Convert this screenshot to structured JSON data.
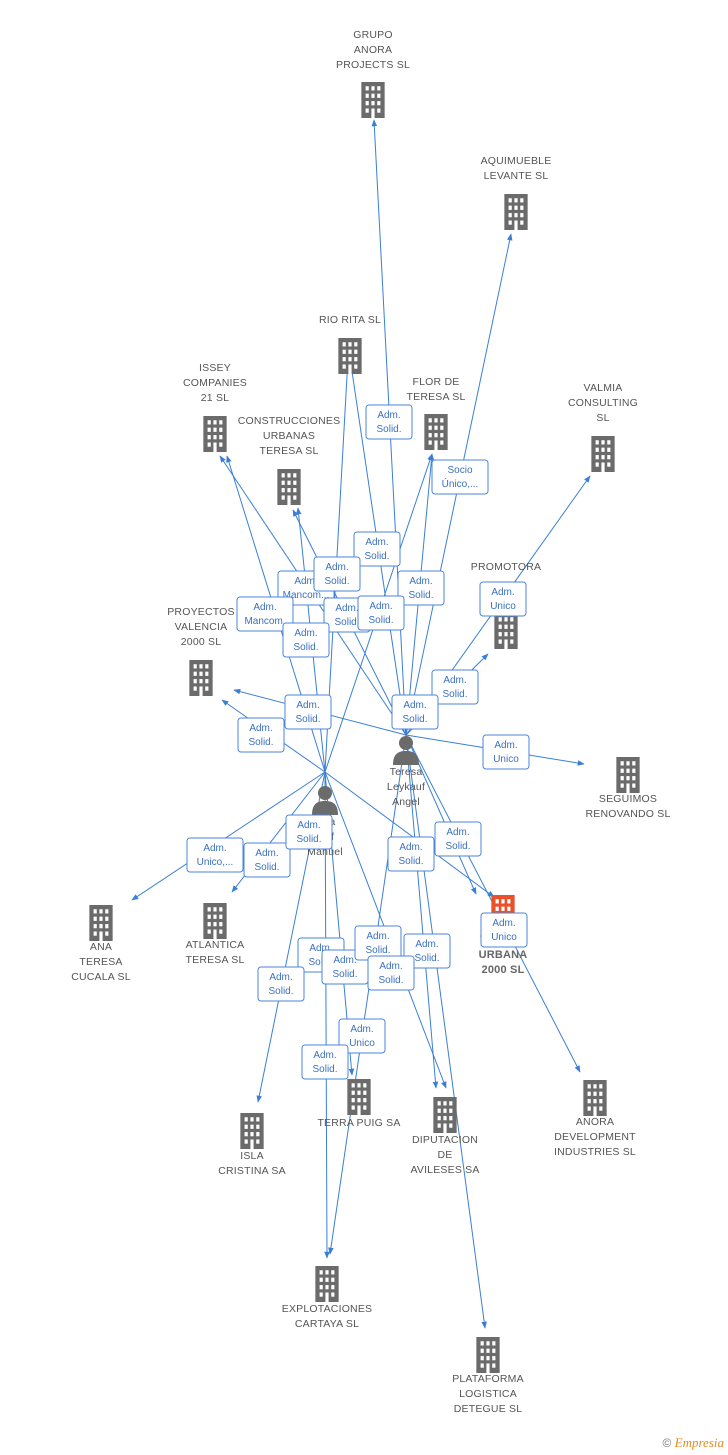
{
  "companies": [
    {
      "id": "grupo",
      "lines": [
        "GRUPO",
        "ANORA",
        "PROJECTS  SL"
      ]
    },
    {
      "id": "aquimueble",
      "lines": [
        "AQUIMUEBLE",
        "LEVANTE SL"
      ]
    },
    {
      "id": "riorita",
      "lines": [
        "RIO RITA SL"
      ]
    },
    {
      "id": "issey",
      "lines": [
        "ISSEY",
        "COMPANIES",
        "21 SL"
      ]
    },
    {
      "id": "flor",
      "lines": [
        "FLOR DE",
        "TERESA SL"
      ]
    },
    {
      "id": "valmia",
      "lines": [
        "VALMIA",
        "CONSULTING",
        "SL"
      ]
    },
    {
      "id": "construcciones",
      "lines": [
        "CONSTRUCCIONES",
        "URBANAS",
        "TERESA SL"
      ]
    },
    {
      "id": "promotora",
      "lines": [
        "PROMOTORA",
        "",
        "PR...N..."
      ]
    },
    {
      "id": "proyectos",
      "lines": [
        "PROYECTOS",
        "VALENCIA",
        "2000 SL"
      ]
    },
    {
      "id": "seguimos",
      "lines": [
        "SEGUIMOS",
        "RENOVANDO SL"
      ]
    },
    {
      "id": "teresaurbana",
      "lines": [
        "TERESA",
        "URBANA",
        "2000 SL"
      ],
      "highlight": true
    },
    {
      "id": "ana",
      "lines": [
        "ANA",
        "TERESA",
        "CUCALA SL"
      ]
    },
    {
      "id": "atlantica",
      "lines": [
        "ATLANTICA",
        "TERESA SL"
      ]
    },
    {
      "id": "anora",
      "lines": [
        "ANORA",
        "DEVELOPMENT",
        "INDUSTRIES  SL"
      ]
    },
    {
      "id": "terrapuig",
      "lines": [
        "TERRA PUIG SA"
      ]
    },
    {
      "id": "diputacion",
      "lines": [
        "DIPUTACION",
        "DE",
        "AVILESES SA"
      ]
    },
    {
      "id": "isla",
      "lines": [
        "ISLA",
        "CRISTINA SA"
      ]
    },
    {
      "id": "explotaciones",
      "lines": [
        "EXPLOTACIONES",
        "CARTAYA SL"
      ]
    },
    {
      "id": "plataforma",
      "lines": [
        "PLATAFORMA",
        "LOGISTICA",
        "DETEGUE  SL"
      ]
    }
  ],
  "persons": [
    {
      "id": "angel",
      "lines": [
        "Teresa",
        "Leykauf",
        "Angel"
      ]
    },
    {
      "id": "manuel",
      "lines": [
        "...sa",
        "...uf",
        "Manuel"
      ]
    }
  ],
  "roles": [
    {
      "lines": [
        "Adm.",
        "Solid."
      ]
    },
    {
      "lines": [
        "Socio",
        "Único,..."
      ]
    },
    {
      "lines": [
        "Adm.",
        "Solid."
      ]
    },
    {
      "lines": [
        "Adm.",
        "Mancom..."
      ]
    },
    {
      "lines": [
        "Adm.",
        "Solid."
      ]
    },
    {
      "lines": [
        "Adm.",
        "Solid."
      ]
    },
    {
      "lines": [
        "Adm.",
        "Unico"
      ]
    },
    {
      "lines": [
        "Adm.",
        "Mancom."
      ]
    },
    {
      "lines": [
        "Adm.",
        "Solid."
      ]
    },
    {
      "lines": [
        "Adm.",
        "Solid."
      ]
    },
    {
      "lines": [
        "Adm.",
        "Solid."
      ]
    },
    {
      "lines": [
        "Adm.",
        "Solid."
      ]
    },
    {
      "lines": [
        "Adm.",
        "Solid."
      ]
    },
    {
      "lines": [
        "Adm.",
        "Solid."
      ]
    },
    {
      "lines": [
        "Adm.",
        "Unico"
      ]
    },
    {
      "lines": [
        "Adm.",
        "Solid."
      ]
    },
    {
      "lines": [
        "Adm.",
        "Unico,..."
      ]
    },
    {
      "lines": [
        "Adm.",
        "Solid."
      ]
    },
    {
      "lines": [
        "Adm.",
        "Solid."
      ]
    },
    {
      "lines": [
        "Adm.",
        "Solid."
      ]
    },
    {
      "lines": [
        "Adm.",
        "Unico"
      ]
    },
    {
      "lines": [
        "Adm.",
        "Solid."
      ]
    },
    {
      "lines": [
        "Adm.",
        "Solid."
      ]
    },
    {
      "lines": [
        "Adm.",
        "Solid."
      ]
    },
    {
      "lines": [
        "Adm.",
        "Solid."
      ]
    },
    {
      "lines": [
        "Adm.",
        "Solid."
      ]
    },
    {
      "lines": [
        "Adm.",
        "Solid."
      ]
    },
    {
      "lines": [
        "Adm.",
        "Solid."
      ]
    },
    {
      "lines": [
        "Adm.",
        "Unico"
      ]
    },
    {
      "lines": [
        "Adm.",
        "Solid."
      ]
    }
  ],
  "colors": {
    "edge": "#3a7fd5",
    "building": "#6b6b6b",
    "highlight": "#e8522a",
    "role_text": "#3a70c0"
  },
  "footer": {
    "copyright": "©",
    "brand": "Empresia"
  }
}
